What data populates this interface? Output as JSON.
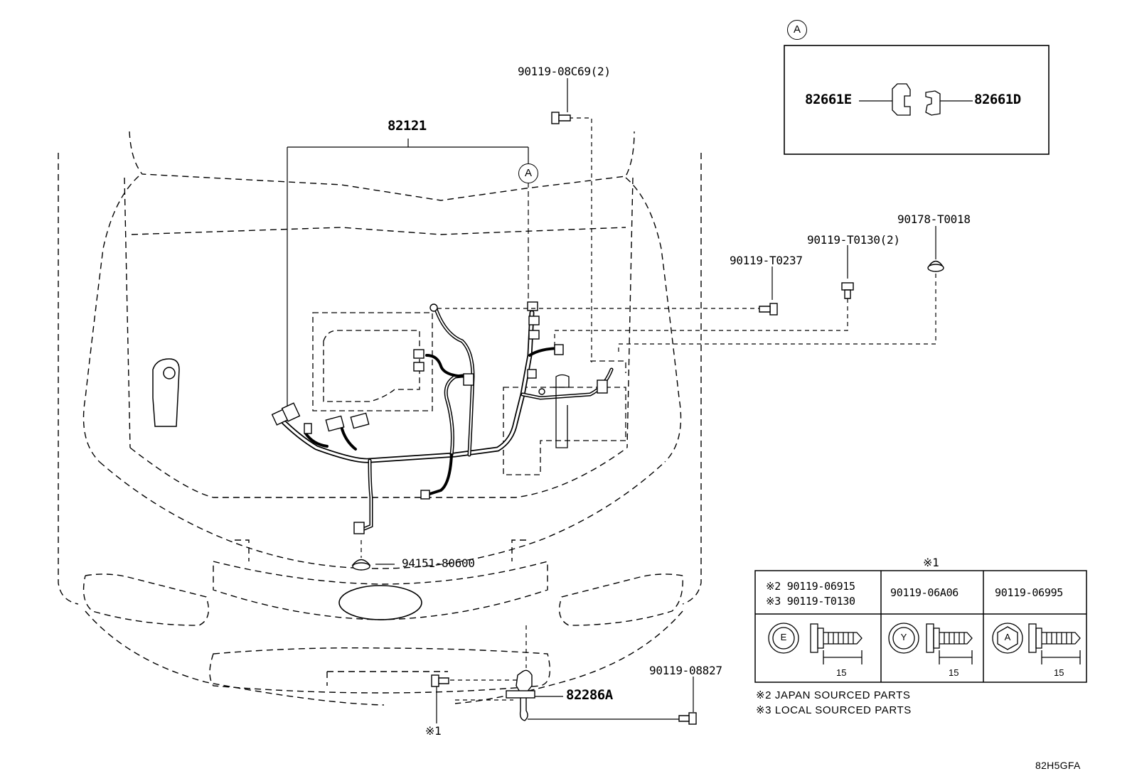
{
  "title": "",
  "callouts": {
    "detail_marker": "A",
    "harness": "82121",
    "bolt_08c69": "90119-08C69(2)",
    "clip_t0018": "90178-T0018",
    "bolt_t0130": "90119-T0130(2)",
    "bolt_t0237": "90119-T0237",
    "clip_80600": "94151-80600",
    "bracket": "82286A",
    "bolt_08827": "90119-08827",
    "ref_mark": "※1"
  },
  "detail_box": {
    "marker": "A",
    "left_part": "82661E",
    "right_part": "82661D"
  },
  "bolt_table": {
    "header_mark": "※1",
    "columns": [
      {
        "line1": "※2 90119-06915",
        "line2": "※3 90119-T0130",
        "head_letter": "E",
        "dimension": "15"
      },
      {
        "line1": "90119-06A06",
        "line2": "",
        "head_letter": "Y",
        "dimension": "15"
      },
      {
        "line1": "90119-06995",
        "line2": "",
        "head_letter": "A",
        "dimension": "15"
      }
    ]
  },
  "footnotes": [
    "※2 JAPAN SOURCED PARTS",
    "※3 LOCAL SOURCED PARTS"
  ],
  "figure_code": "82H5GFA"
}
